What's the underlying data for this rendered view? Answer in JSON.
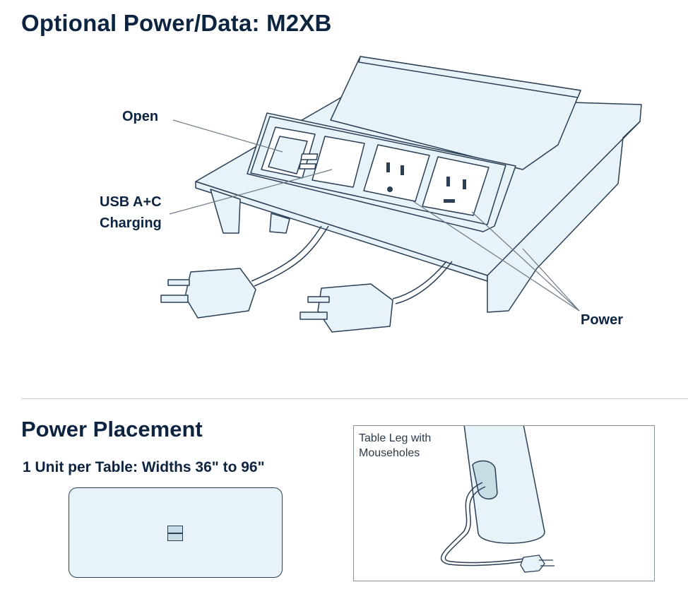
{
  "header": {
    "title": "Optional Power/Data: M2XB"
  },
  "diagram": {
    "callouts": {
      "open": "Open",
      "usb_line1": "USB A+C",
      "usb_line2": "Charging",
      "power": "Power"
    }
  },
  "placement": {
    "title": "Power Placement",
    "subtitle": "1 Unit per Table: Widths 36\" to 96\"",
    "inset_caption_line1": "Table Leg with",
    "inset_caption_line2": "Mouseholes"
  },
  "colors": {
    "text": "#0d2440",
    "fill": "#e7f3f8",
    "stroke": "#2a3f55",
    "divider": "#c9cdd2"
  }
}
